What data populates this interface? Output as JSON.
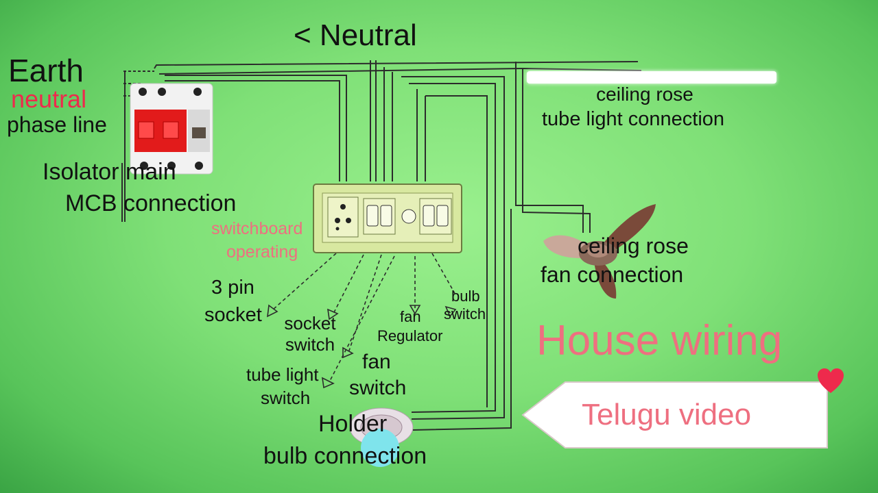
{
  "diagram": {
    "neutral_header": "<  Neutral",
    "supply": {
      "earth": "Earth",
      "neutral": "neutral",
      "phase": "phase line"
    },
    "isolator": {
      "line1": "Isolator main",
      "line2": "MCB connection"
    },
    "ceiling_tube": {
      "line1": "ceiling rose",
      "line2": "tube light connection"
    },
    "ceiling_fan": {
      "line1": "ceiling rose",
      "line2": "fan connection"
    },
    "switchboard": {
      "line1": "switchboard",
      "line2": "operating"
    },
    "outputs": {
      "pin_socket_1": "3 pin",
      "pin_socket_2": "socket",
      "socket_switch_1": "socket",
      "socket_switch_2": "switch",
      "fan_reg_1": "fan",
      "fan_reg_2": "Regulator",
      "bulb_switch_1": "bulb",
      "bulb_switch_2": "switch",
      "tube_switch_1": "tube light",
      "tube_switch_2": "switch",
      "fan_switch_1": "fan",
      "fan_switch_2": "switch"
    },
    "holder": {
      "line1": "Holder",
      "line2": "bulb connection"
    },
    "title": "House wiring",
    "banner": "Telugu video"
  },
  "colors": {
    "background": "#7fe077",
    "title": "#ee6f80",
    "neutral_label": "#ee2a4c",
    "wire": "#2b2b2b",
    "banner_fill": "#ffffff",
    "heart": "#ee2a4c"
  },
  "icons": [
    "isolator-mcb-icon",
    "switchboard-icon",
    "ceiling-fan-icon",
    "bulb-holder-icon",
    "heart-icon"
  ]
}
